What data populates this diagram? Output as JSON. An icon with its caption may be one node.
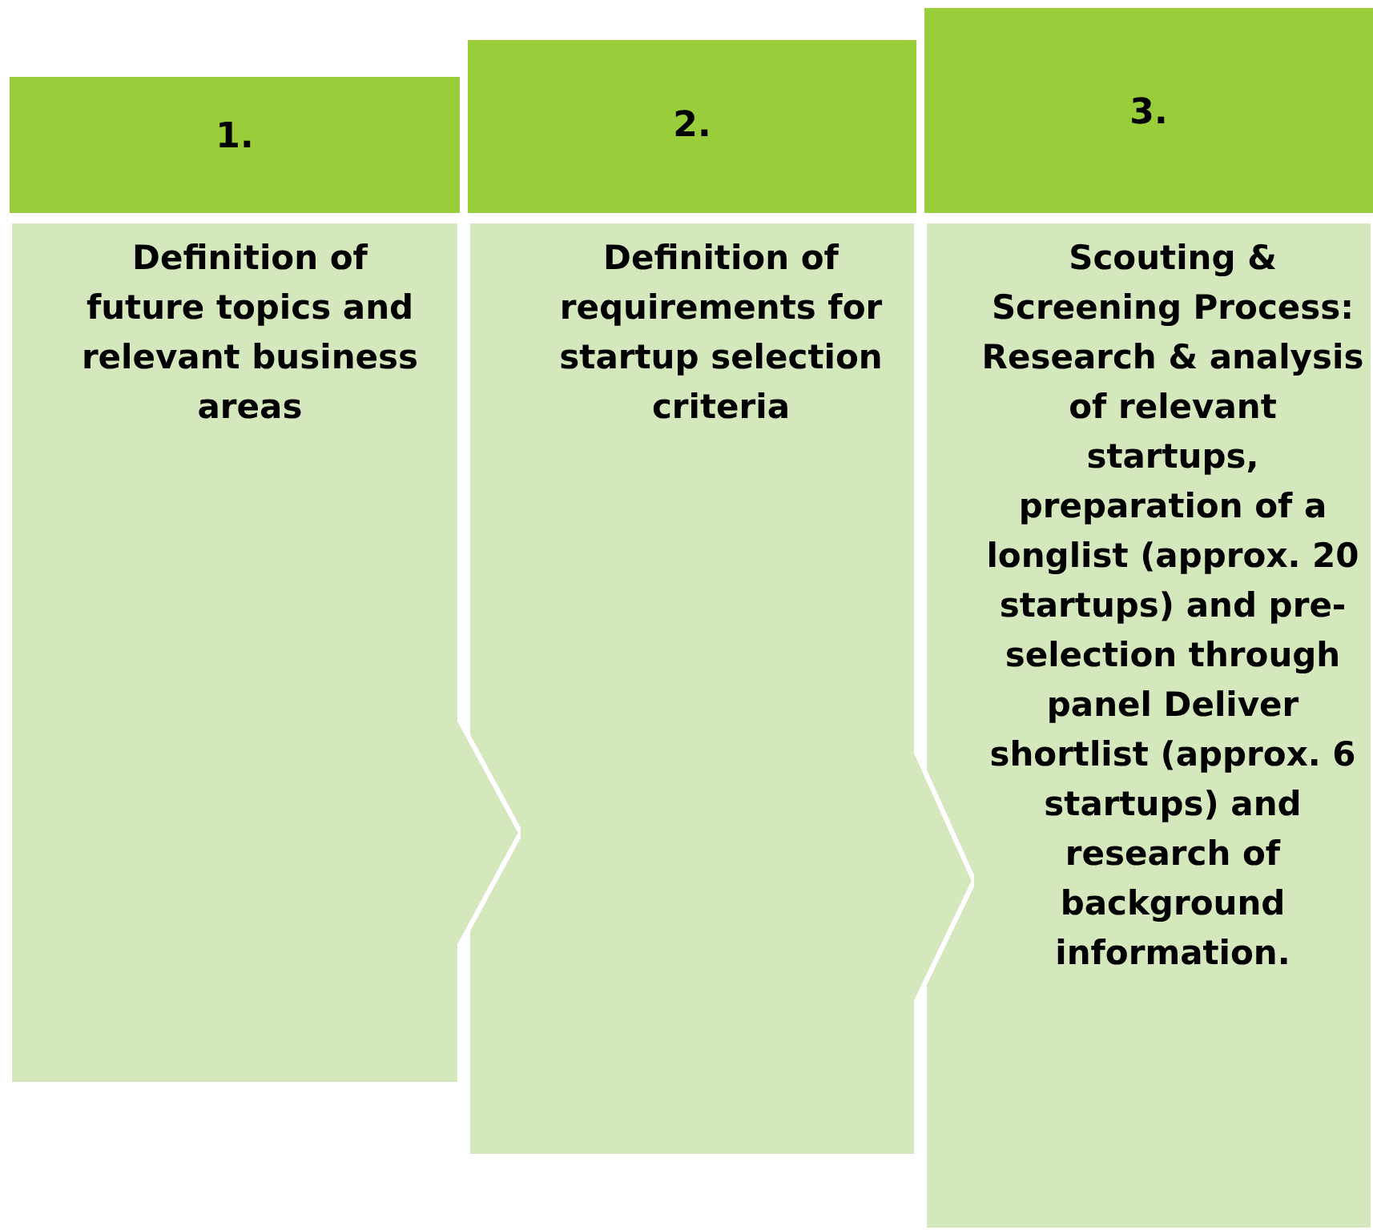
{
  "diagram": {
    "nodes": [
      {
        "text": [
          "1."
        ]
      },
      {
        "text": [
          "Definition of future topics and relevant business areas"
        ]
      },
      {
        "text": [
          "2."
        ]
      },
      {
        "text": [
          "Definition of requirements for startup selection criteria"
        ]
      },
      {
        "text": [
          "3."
        ]
      },
      {
        "text": [
          "Scouting & Screening Process: Research & analysis of relevant startups, preparation of a longlist (approx. 20 startups) and pre-selection through panel Deliver shortlist (approx. 6 startups) and research of background information."
        ]
      }
    ]
  }
}
